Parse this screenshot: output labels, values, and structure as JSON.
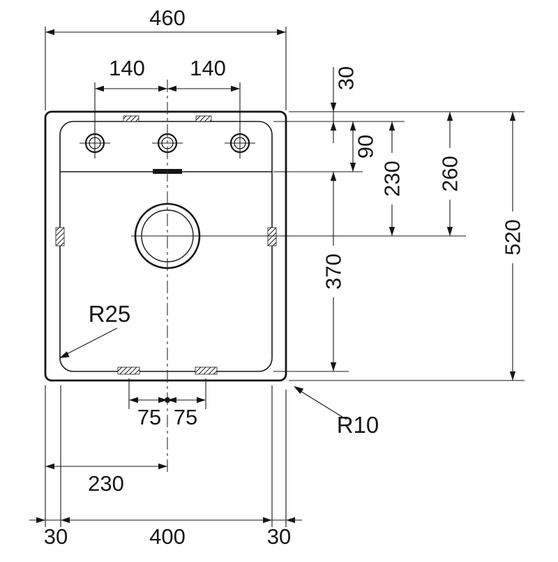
{
  "drawing": {
    "background": "#ffffff",
    "line_color": "#161616",
    "labels": {
      "overall_width": "460",
      "tap_pitch_left": "140",
      "tap_pitch_right": "140",
      "rim_offset": "30",
      "rim_to_bowl": "90",
      "inner_to_drain": "230",
      "top_to_drain": "260",
      "overall_depth": "520",
      "bowl_length": "370",
      "inner_radius": "R25",
      "outer_radius": "R10",
      "clip_left": "75",
      "clip_right": "75",
      "left_to_center": "230",
      "margin_left": "30",
      "bowl_width": "400",
      "margin_right": "30"
    }
  }
}
